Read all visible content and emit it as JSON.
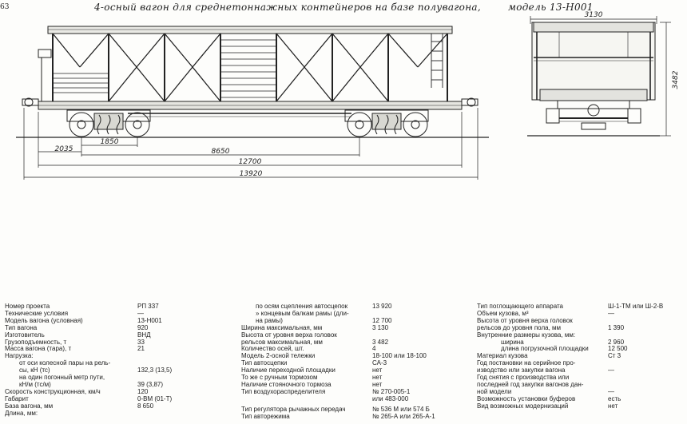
{
  "header": {
    "page_number": "63",
    "title": "4-осный вагон для среднетоннажных контейнеров на базе полувагона,",
    "model": "модель 13-Н001"
  },
  "drawing": {
    "side_dimensions": [
      "2035",
      "1850",
      "8650",
      "12700",
      "13920"
    ],
    "end_dimensions": [
      "3130",
      "3482"
    ]
  },
  "specs": {
    "col1": [
      {
        "label": "Номер проекта",
        "value": "РП 337"
      },
      {
        "label": "Технические условия",
        "value": "—"
      },
      {
        "label": "Модель вагона (условная)",
        "value": "13-Н001"
      },
      {
        "label": "Тип вагона",
        "value": "920"
      },
      {
        "label": "Изготовитель",
        "value": "ВНД"
      },
      {
        "label": "Грузоподъемность, т",
        "value": "33"
      },
      {
        "label": "Масса вагона (тара), т",
        "value": "21"
      },
      {
        "label": "Нагрузка:",
        "value": ""
      },
      {
        "label": "от оси колесной пары на рель-",
        "value": ""
      },
      {
        "label": "сы, кН (тс)",
        "value": "132,3 (13,5)"
      },
      {
        "label": "на один погонный метр пути,",
        "value": ""
      },
      {
        "label": "кН/м (тс/м)",
        "value": "39 (3,87)"
      },
      {
        "label": "Скорость конструкционная, км/ч",
        "value": "120"
      },
      {
        "label": "Габарит",
        "value": "0-ВМ (01-Т)"
      },
      {
        "label": "База вагона, мм",
        "value": "8 650"
      },
      {
        "label": "Длина, мм:",
        "value": ""
      }
    ],
    "col2": [
      {
        "label": "по осям сцепления автосцепок",
        "value": "13 920"
      },
      {
        "label": "» концевым балкам рамы (дли-",
        "value": ""
      },
      {
        "label": "на рамы)",
        "value": "12 700"
      },
      {
        "label": "Ширина максимальная, мм",
        "value": "3 130"
      },
      {
        "label": "Высота от уровня верха головок",
        "value": ""
      },
      {
        "label": "рельсов максимальная, мм",
        "value": "3 482"
      },
      {
        "label": "Количество осей, шт.",
        "value": "4"
      },
      {
        "label": "Модель 2-осной тележки",
        "value": "18-100 или 18-100"
      },
      {
        "label": "Тип автосцепки",
        "value": "СА-3"
      },
      {
        "label": "Наличие переходной площадки",
        "value": "нет"
      },
      {
        "label": "То же с ручным тормозом",
        "value": "нет"
      },
      {
        "label": "Наличие стояночного тормоза",
        "value": "нет"
      },
      {
        "label": "Тип воздухораспределителя",
        "value": "№ 270-005-1"
      },
      {
        "label": "",
        "value": "или 483-000"
      },
      {
        "label": "Тип регулятора рычажных передач",
        "value": "№ 536 М или 574 Б"
      },
      {
        "label": "Тип авторежима",
        "value": "№ 265-А или 265-А-1"
      }
    ],
    "col3": [
      {
        "label": "Тип поглощающего аппарата",
        "value": "Ш-1-ТМ или Ш-2-В"
      },
      {
        "label": "Объем кузова, м³",
        "value": "—"
      },
      {
        "label": "Высота от уровня верха головок",
        "value": ""
      },
      {
        "label": "рельсов до уровня пола, мм",
        "value": "1 390"
      },
      {
        "label": "Внутренние размеры кузова, мм:",
        "value": ""
      },
      {
        "label": "ширина",
        "value": "2 960"
      },
      {
        "label": "длина погрузочной площадки",
        "value": "12 500"
      },
      {
        "label": "Материал кузова",
        "value": "Ст 3"
      },
      {
        "label": "Год постановки на серийное про-",
        "value": ""
      },
      {
        "label": "изводство или закупки вагона",
        "value": "—"
      },
      {
        "label": "Год снятия с производства или",
        "value": ""
      },
      {
        "label": "последней год закупки вагонов дан-",
        "value": ""
      },
      {
        "label": "ной модели",
        "value": "—"
      },
      {
        "label": "Возможность установки буферов",
        "value": "есть"
      },
      {
        "label": "Вид возможных модернизаций",
        "value": "нет"
      }
    ]
  }
}
